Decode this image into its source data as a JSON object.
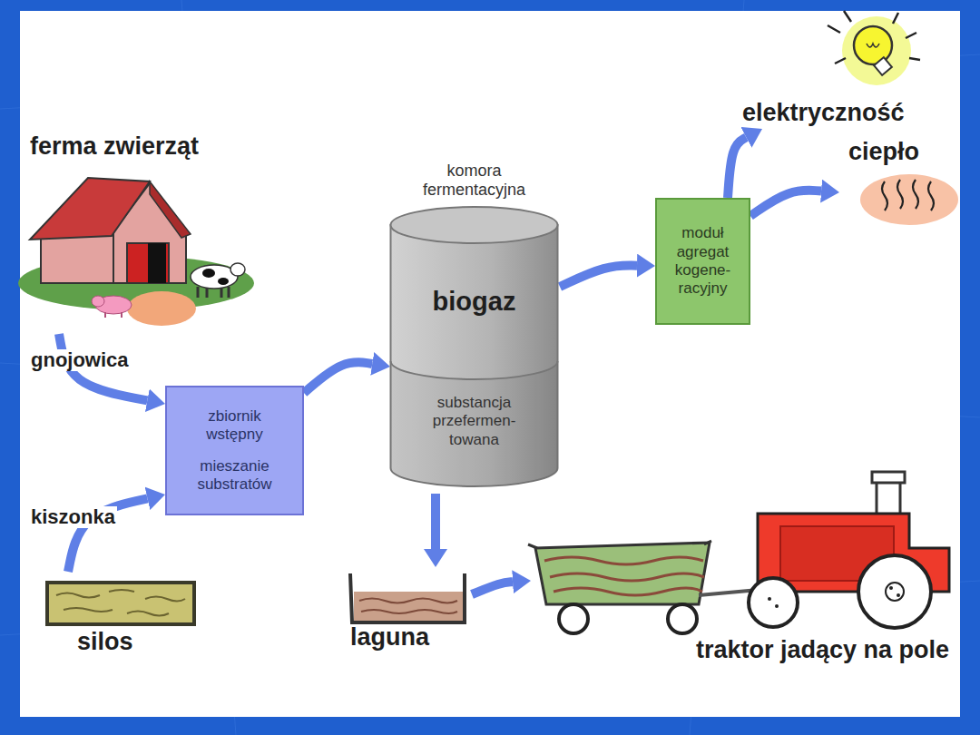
{
  "diagram": {
    "nodes": [
      {
        "text": [
          "ferma zwierząt"
        ]
      },
      {
        "text": [
          "zbiornik wstępny",
          "mieszanie substratów"
        ]
      },
      {
        "text": [
          "silos"
        ]
      },
      {
        "text": [
          "komora fermentacyjna",
          "biogaz",
          "substancja przefermen- towana"
        ]
      },
      {
        "text": [
          "moduł agregat kogene- racyjny"
        ]
      },
      {
        "text": [
          "elektryczność"
        ]
      },
      {
        "text": [
          "ciepło"
        ]
      },
      {
        "text": [
          "laguna"
        ]
      },
      {
        "text": [
          "traktor jadący na pole"
        ]
      }
    ],
    "edges": [
      {
        "from": 0,
        "to": 1,
        "arrow": "to",
        "label": "gnojowica"
      },
      {
        "from": 2,
        "to": 1,
        "arrow": "to",
        "label": "kiszonka"
      },
      {
        "from": 1,
        "to": 3,
        "arrow": "to"
      },
      {
        "from": 3,
        "to": 4,
        "arrow": "to"
      },
      {
        "from": 4,
        "to": 5,
        "arrow": "to"
      },
      {
        "from": 4,
        "to": 6,
        "arrow": "to"
      },
      {
        "from": 3,
        "to": 7,
        "arrow": "to"
      },
      {
        "from": 7,
        "to": 8,
        "arrow": "to"
      }
    ]
  }
}
